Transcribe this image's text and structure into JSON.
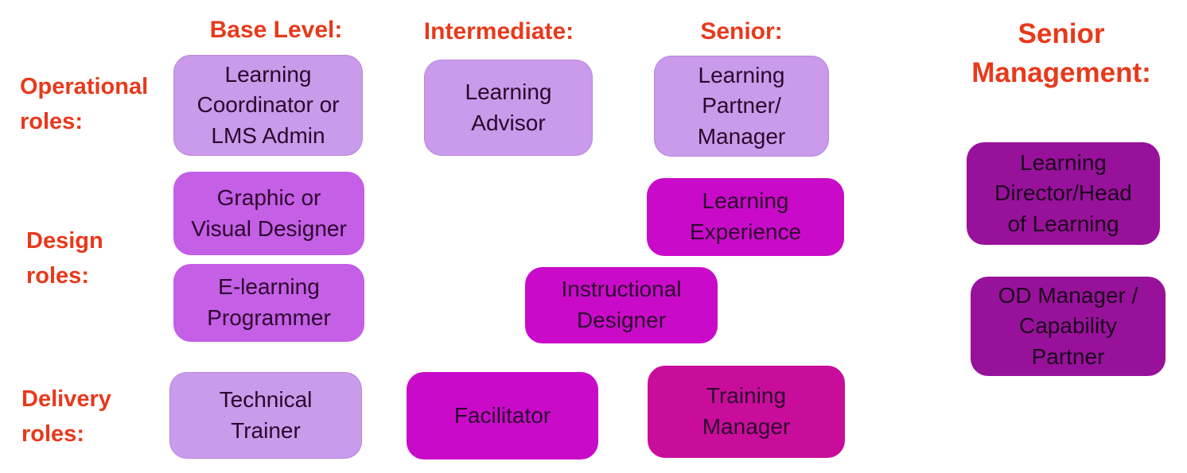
{
  "palette": {
    "header_text": "#E8391B",
    "light_purple": "#C99BEA",
    "medium_purple": "#C45FE6",
    "magenta": "#C90BC9",
    "pink_magenta": "#C90D9B",
    "dark_purple": "#98119B",
    "box_text": "#2D062D",
    "dark_box_text": "#1C031C",
    "background": "#FFFFFF"
  },
  "column_headers": [
    {
      "label": "Base Level:"
    },
    {
      "label": "Intermediate:"
    },
    {
      "label": "Senior:"
    },
    {
      "label": "Senior\nManagement:"
    }
  ],
  "row_labels": [
    {
      "label": "Operational\nroles:"
    },
    {
      "label": "Design\nroles:"
    },
    {
      "label": "Delivery\nroles:"
    }
  ],
  "roles": [
    {
      "label": "Learning\nCoordinator or\nLMS Admin",
      "level": "Base Level",
      "category": "Operational roles",
      "color": "light_purple",
      "text": "box_text"
    },
    {
      "label": "Learning\nAdvisor",
      "level": "Intermediate",
      "category": "Operational roles",
      "color": "light_purple",
      "text": "box_text"
    },
    {
      "label": "Learning\nPartner/\nManager",
      "level": "Senior",
      "category": "Operational roles",
      "color": "light_purple",
      "text": "box_text"
    },
    {
      "label": "Graphic or\nVisual Designer",
      "level": "Base Level",
      "category": "Design roles",
      "color": "medium_purple",
      "text": "box_text"
    },
    {
      "label": "E-learning\nProgrammer",
      "level": "Base Level",
      "category": "Design roles",
      "color": "medium_purple",
      "text": "box_text"
    },
    {
      "label": "Learning\nExperience",
      "level": "Senior",
      "category": "Design roles",
      "color": "magenta",
      "text": "box_text"
    },
    {
      "label": "Instructional\nDesigner",
      "level": "Intermediate/Senior",
      "category": "Design roles",
      "color": "magenta",
      "text": "box_text"
    },
    {
      "label": "Technical\nTrainer",
      "level": "Base Level",
      "category": "Delivery roles",
      "color": "light_purple",
      "text": "box_text"
    },
    {
      "label": "Facilitator",
      "level": "Intermediate",
      "category": "Delivery roles",
      "color": "magenta",
      "text": "box_text"
    },
    {
      "label": "Training\nManager",
      "level": "Senior",
      "category": "Delivery roles",
      "color": "pink_magenta",
      "text": "box_text"
    },
    {
      "label": "Learning\nDirector/Head\nof Learning",
      "level": "Senior Management",
      "category": "Senior Management roles",
      "color": "dark_purple",
      "text": "dark_box_text"
    },
    {
      "label": "OD Manager /\nCapability\nPartner",
      "level": "Senior Management",
      "category": "Senior Management roles",
      "color": "dark_purple",
      "text": "dark_box_text"
    }
  ]
}
